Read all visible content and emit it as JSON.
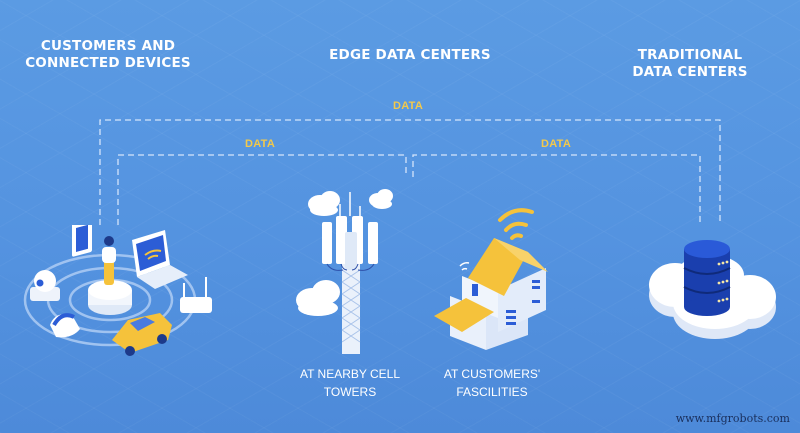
{
  "headings": {
    "customers": [
      "CUSTOMERS AND",
      "CONNECTED DEVICES"
    ],
    "edge": "EDGE DATA CENTERS",
    "traditional": [
      "TRADITIONAL",
      "DATA CENTERS"
    ]
  },
  "connections": {
    "outer_label": "DATA",
    "inner_left_label": "DATA",
    "inner_right_label": "DATA"
  },
  "captions": {
    "cell_towers": [
      "AT NEARBY CELL",
      "TOWERS"
    ],
    "customer_facilities": [
      "AT CUSTOMERS'",
      "FASCILITIES"
    ]
  },
  "icons": {
    "devices": "connected-devices-illustration",
    "tower": "cell-tower-icon",
    "house": "house-icon",
    "datacenter": "database-cloud-icon"
  },
  "colors": {
    "background": "#5896e1",
    "accent_yellow": "#f3c94a",
    "white": "#ffffff",
    "database_blue": "#1f4fc4"
  },
  "watermark": "www.mfgrobots.com"
}
